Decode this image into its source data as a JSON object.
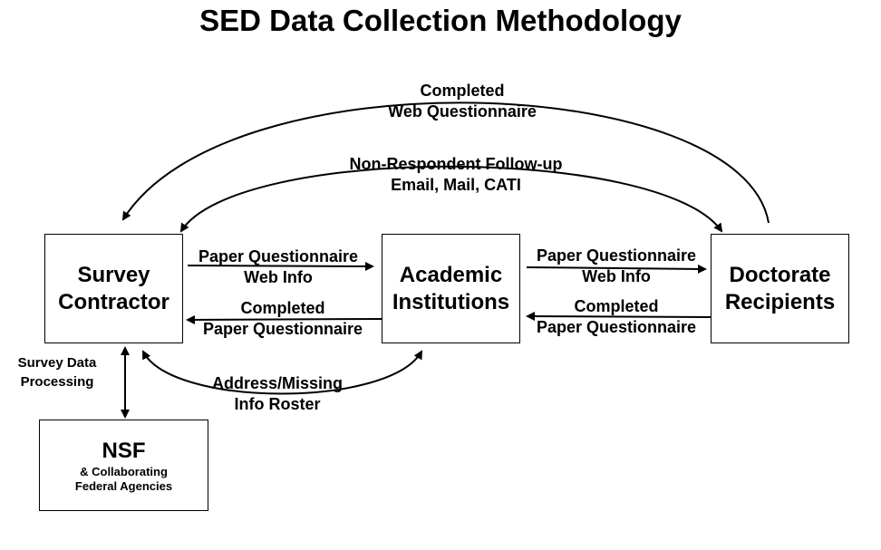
{
  "title": "SED Data Collection Methodology",
  "nodes": {
    "survey_contractor": [
      "Survey",
      "Contractor"
    ],
    "academic_institutions": [
      "Academic",
      "Institutions"
    ],
    "doctorate_recipients": [
      "Doctorate",
      "Recipients"
    ],
    "nsf": {
      "name": "NSF",
      "sub": [
        "& Collaborating",
        "Federal Agencies"
      ]
    }
  },
  "edges": {
    "web_questionnaire": [
      "Completed",
      "Web Questionnaire"
    ],
    "non_respondent": [
      "Non-Respondent Follow-up",
      "Email, Mail, CATI"
    ],
    "sc_to_ai": [
      "Paper Questionnaire",
      "Web Info"
    ],
    "ai_to_sc": [
      "Completed",
      "Paper Questionnaire"
    ],
    "ai_to_dr": [
      "Paper Questionnaire",
      "Web Info"
    ],
    "dr_to_ai": [
      "Completed",
      "Paper Questionnaire"
    ],
    "roster": [
      "Address/Missing",
      "Info Roster"
    ],
    "processing": [
      "Survey Data",
      "Processing"
    ]
  }
}
